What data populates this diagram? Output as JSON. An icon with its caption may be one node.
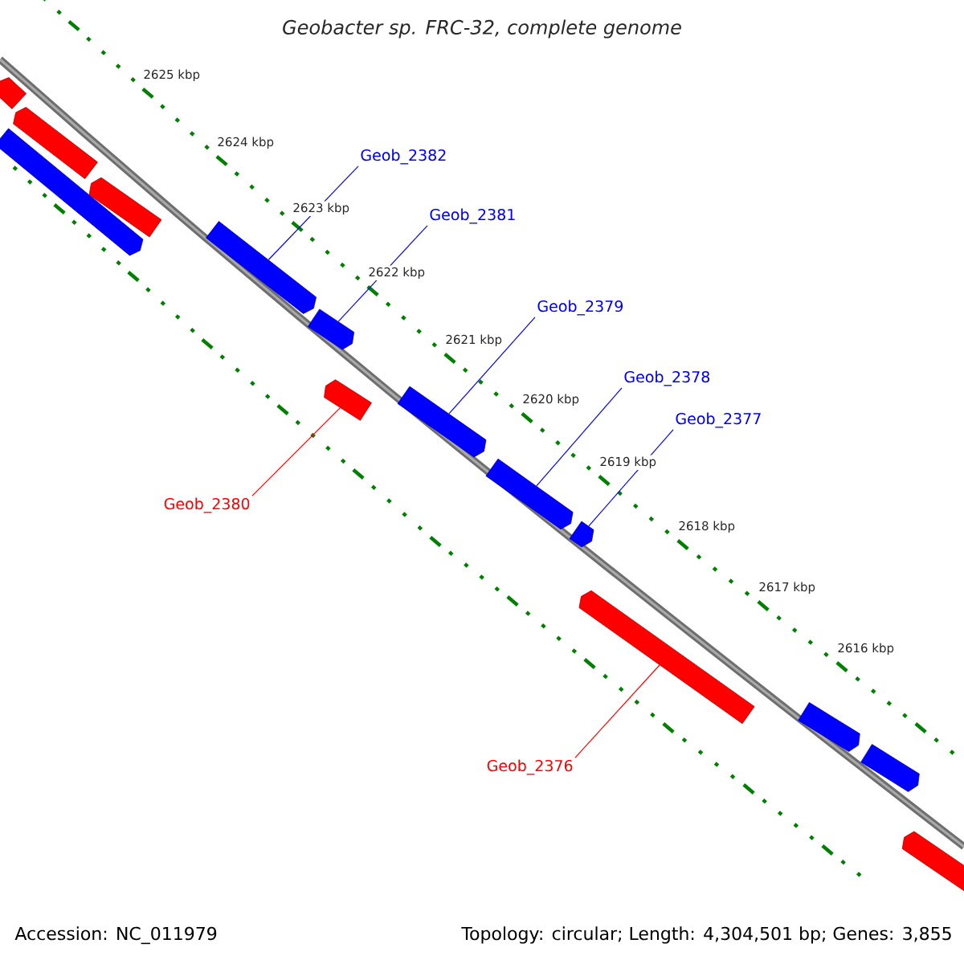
{
  "diagram": {
    "title": "Geobacter sp. FRC-32, complete genome",
    "nodes": [
      {
        "text": [
          "Geob_2382"
        ]
      },
      {
        "text": [
          "Geob_2381"
        ]
      },
      {
        "text": [
          "Geob_2379"
        ]
      },
      {
        "text": [
          "Geob_2378"
        ]
      },
      {
        "text": [
          "Geob_2377"
        ]
      },
      {
        "text": [
          "Geob_2380"
        ]
      },
      {
        "text": [
          "Geob_2376"
        ]
      },
      {
        "text": [],
        "shape": "bar"
      },
      {
        "text": [],
        "shape": "bar"
      },
      {
        "text": [],
        "shape": "bar"
      },
      {
        "text": [],
        "shape": "bar"
      },
      {
        "text": [],
        "shape": "bar"
      },
      {
        "text": [],
        "shape": "bar"
      },
      {
        "text": [],
        "shape": "bar"
      },
      {
        "text": [],
        "shape": "bar"
      },
      {
        "text": [],
        "shape": "bar"
      },
      {
        "text": [],
        "shape": "bar"
      },
      {
        "text": [],
        "shape": "bar"
      },
      {
        "text": [],
        "shape": "bar"
      },
      {
        "text": [],
        "shape": "bar"
      },
      {
        "text": [],
        "shape": "bar"
      }
    ],
    "edges": [
      {
        "from": 0,
        "to": 7,
        "arrow": "none"
      },
      {
        "from": 1,
        "to": 8,
        "arrow": "none"
      },
      {
        "from": 2,
        "to": 9,
        "arrow": "none"
      },
      {
        "from": 3,
        "to": 10,
        "arrow": "none"
      },
      {
        "from": 4,
        "to": 11,
        "arrow": "none"
      },
      {
        "from": 5,
        "to": 12,
        "arrow": "none",
        "color": "#ff0000"
      },
      {
        "from": 6,
        "to": 13,
        "arrow": "none",
        "color": "#ff0000"
      }
    ],
    "labels": [
      "2625 kbp",
      "2624 kbp",
      "2623 kbp",
      "2622 kbp",
      "2621 kbp",
      "2620 kbp",
      "2619 kbp",
      "2618 kbp",
      "2617 kbp",
      "2616 kbp",
      "Accession: NC_011979",
      "Topology: circular; Length: 4,304,501 bp; Genes: 3,855"
    ]
  }
}
